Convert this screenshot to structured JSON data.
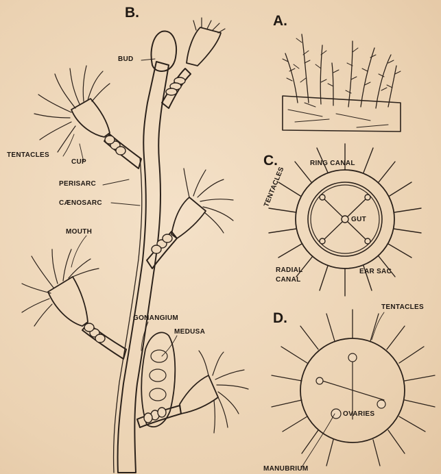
{
  "figures": {
    "a": "A.",
    "b": "B.",
    "c": "C.",
    "d": "D."
  },
  "labels": {
    "bud": "BUD",
    "tentacles_b": "TENTACLES",
    "cup": "CUP",
    "perisarc": "PERISARC",
    "caenosarc": "CÆNOSARC",
    "mouth": "MOUTH",
    "gonangium": "GONANGIUM",
    "medusa": "MEDUSA",
    "ring_canal": "RING CANAL",
    "tentacles_c": "TENTACLES",
    "gut": "GUT",
    "radial_canal_1": "RADIAL",
    "radial_canal_2": "CANAL",
    "ear_sac": "EAR SAC",
    "tentacles_d": "TENTACLES",
    "ovaries": "OVARIES",
    "manubrium": "MANUBRIUM"
  }
}
